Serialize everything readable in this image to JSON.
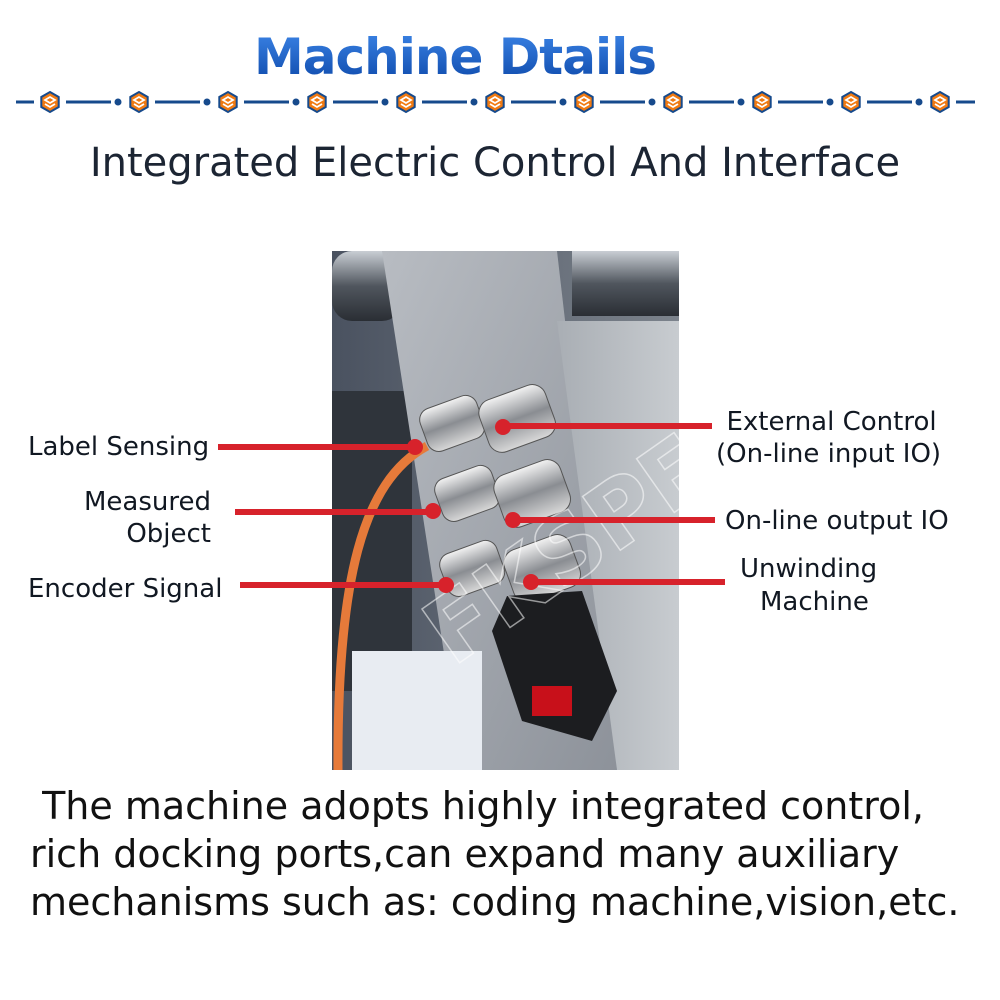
{
  "header": {
    "title": "Machine Dtails",
    "subtitle": "Integrated Electric Control And Interface"
  },
  "colors": {
    "title_blue": "#1a5fc4",
    "divider_blue": "#164a8c",
    "divider_orange": "#f07a12",
    "callout_red": "#d7222b"
  },
  "divider": {
    "icon": "hexagon-logo-icon",
    "count": 11
  },
  "callouts": {
    "label_sensing": "Label Sensing",
    "measured_object_1": "Measured",
    "measured_object_2": "Object",
    "encoder_signal": "Encoder Signal",
    "external_control_1": "External Control",
    "external_control_2": "(On-line input IO)",
    "online_output": "On-line output IO",
    "unwinding_1": "Unwinding",
    "unwinding_2": "Machine"
  },
  "watermark": "FKSPEEDA",
  "description": " The machine adopts highly integrated control,\nrich docking ports,can expand many auxiliary\nmechanisms such as: coding machine,vision,etc."
}
